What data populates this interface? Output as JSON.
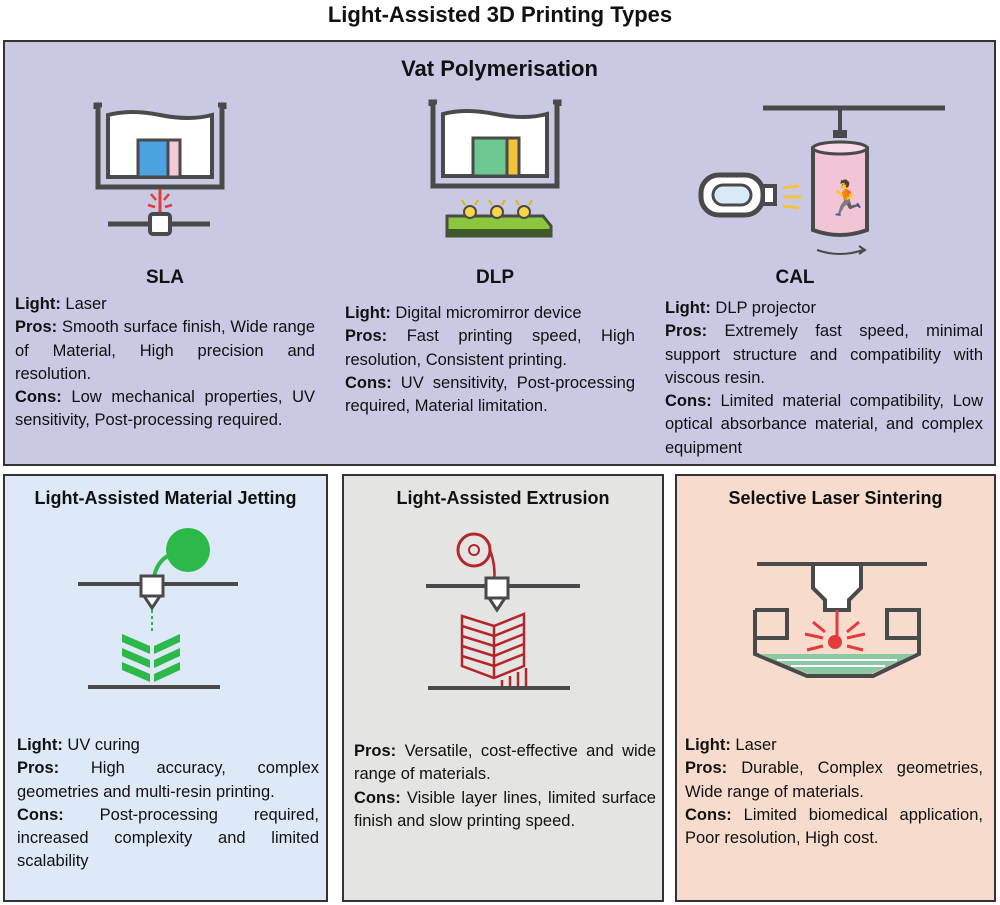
{
  "title": "Light-Assisted 3D Printing Types",
  "vat": {
    "title": "Vat Polymerisation",
    "columns": [
      {
        "name": "SLA",
        "light_label": "Light:",
        "light": " Laser",
        "pros_label": "Pros:",
        "pros": " Smooth surface finish, Wide range of Material, High precision and resolution.",
        "cons_label": "Cons:",
        "cons": " Low mechanical properties, UV sensitivity, Post-processing required."
      },
      {
        "name": "DLP",
        "light_label": "Light:",
        "light": " Digital micromirror device",
        "pros_label": "Pros:",
        "pros": " Fast printing speed, High resolution, Consistent printing.",
        "cons_label": "Cons:",
        "cons": " UV sensitivity, Post-processing required, Material limitation."
      },
      {
        "name": "CAL",
        "light_label": "Light:",
        "light": " DLP projector",
        "pros_label": "Pros:",
        "pros": " Extremely fast speed, minimal support structure and compatibility with viscous resin.",
        "cons_label": "Cons:",
        "cons": " Limited material compatibility, Low optical absorbance material, and complex equipment"
      }
    ]
  },
  "jetting": {
    "title": "Light-Assisted Material Jetting",
    "light_label": "Light:",
    "light": " UV curing",
    "pros_label": "Pros:",
    "pros": " High accuracy, complex geometries and multi-resin printing.",
    "cons_label": "Cons:",
    "cons": " Post-processing required, increased complexity and limited scalability"
  },
  "extrusion": {
    "title": "Light-Assisted Extrusion",
    "pros_label": "Pros:",
    "pros": " Versatile, cost-effective and wide range of materials.",
    "cons_label": "Cons:",
    "cons": " Visible layer lines, limited surface finish and slow printing speed."
  },
  "sls": {
    "title": "Selective Laser Sintering",
    "light_label": "Light:",
    "light": " Laser",
    "pros_label": "Pros:",
    "pros": " Durable, Complex geometries, Wide range of materials.",
    "cons_label": "Cons:",
    "cons": " Limited biomedical application, Poor resolution, High cost."
  },
  "colors": {
    "vat_bg": "#c9c9e4",
    "jet_bg": "#dde9f7",
    "ext_bg": "#e4e4e2",
    "sls_bg": "#f7dccd",
    "outline": "#4a4a4a",
    "jet_green": "#2db84a",
    "ext_red": "#b5252b",
    "sls_red": "#e23b3b"
  }
}
